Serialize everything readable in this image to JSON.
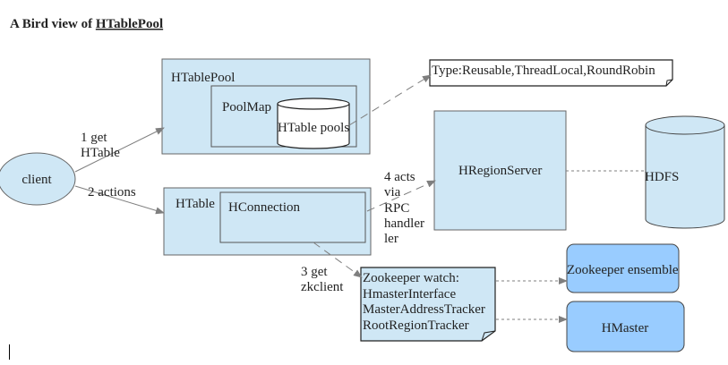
{
  "title": {
    "prefix": "A Bird view of ",
    "name": "HTablePool"
  },
  "nodes": {
    "htablepool": "HTablePool",
    "poolmap": "PoolMap",
    "htable_pools": "HTable pools",
    "type_note": "Type:Reusable,ThreadLocal,RoundRobin",
    "client": "client",
    "htable": "HTable",
    "hconnection": "HConnection",
    "hregionserver": "HRegionServer",
    "hdfs": "HDFS",
    "zk_note": [
      "Zookeeper watch:",
      "HmasterInterface",
      "MasterAddressTracker",
      "RootRegionTracker"
    ],
    "zk_ensemble": "Zookeeper ensemble",
    "hmaster": "HMaster"
  },
  "edges": {
    "get_htable": [
      "1 get",
      "HTable"
    ],
    "actions": "2 actions",
    "get_zkclient": [
      "3 get",
      "zkclient"
    ],
    "acts_via_rpc": [
      "4 acts",
      "via",
      "RPC",
      "handler",
      "ler"
    ]
  },
  "colors": {
    "box_fill": "#cfe7f5",
    "hmaster_fill": "#99ccff",
    "stroke": "#666666"
  }
}
